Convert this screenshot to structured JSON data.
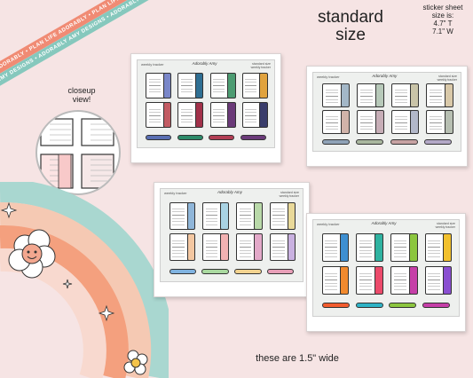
{
  "header": {
    "line1": "standard",
    "line2": "size"
  },
  "size_info": {
    "line1": "sticker sheet",
    "line2": "size is:",
    "height": "4.7\" T",
    "width": "7.1\" W"
  },
  "closeup": {
    "line1": "closeup",
    "line2": "view!"
  },
  "banners": {
    "top": "PLAN LIFE ADORABLY • PLAN LIFE ADORABLY • PLAN LIFE ADORABLY",
    "bottom": "ADORABLY AMY DESIGNS • ADORABLY AMY DESIGNS • ADORABLY AMY DESIGNS"
  },
  "caption": "these are 1.5\" wide",
  "sheets": [
    {
      "name": "weekly tracker",
      "logo": "Adorably Amy",
      "note": "standard size\nweekly tracker",
      "colors": [
        "#7a87c9",
        "#2f6f93",
        "#4c9c72",
        "#e1a33e",
        "#c25b63",
        "#a2314a",
        "#6a3a78",
        "#3a3d6b"
      ],
      "pens": [
        "#5a6fb3",
        "#2d8b6a",
        "#b23e54",
        "#6b3b7a"
      ]
    },
    {
      "name": "weekly tracker",
      "logo": "Adorably Amy",
      "note": "standard size\nweekly tracker",
      "colors": [
        "#a3b7c7",
        "#b7c9b9",
        "#c9c4a8",
        "#d9c9a9",
        "#d1b3a9",
        "#c7aeb7",
        "#b2b8c9",
        "#b7bfb2"
      ],
      "pens": [
        "#8fa3b7",
        "#a9b79f",
        "#c7a3a3",
        "#b3a9c7"
      ]
    },
    {
      "name": "weekly tracker",
      "logo": "Adorably Amy",
      "note": "standard size\nweekly tracker",
      "colors": [
        "#8fb6d9",
        "#a9d3e3",
        "#b9d9a9",
        "#e9d999",
        "#f3c7a1",
        "#f2b2b2",
        "#e3a9c9",
        "#c9b1e0"
      ],
      "pens": [
        "#7fb3e0",
        "#a9d99f",
        "#f2d38f",
        "#e89fb8"
      ]
    },
    {
      "name": "weekly tracker",
      "logo": "Adorably Amy",
      "note": "standard size\nweekly tracker",
      "colors": [
        "#3e8fd1",
        "#2fb3a1",
        "#8cc63f",
        "#f2c12e",
        "#f28a2e",
        "#ec4b6b",
        "#c63fa8",
        "#8a4fd1"
      ],
      "pens": [
        "#f25c2e",
        "#2fb3c6",
        "#8cc63f",
        "#c63fa8"
      ]
    }
  ],
  "colors": {
    "background": "#f6e4e4",
    "banner_top": "#f08b74",
    "banner_bottom": "#86c8bd"
  }
}
